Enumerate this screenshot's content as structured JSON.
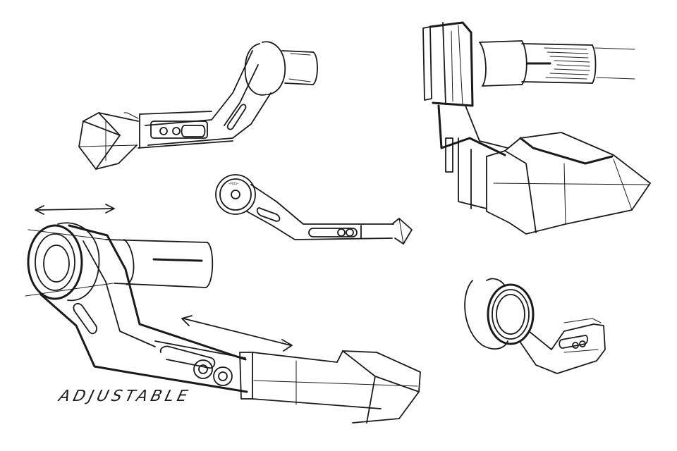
{
  "caption": "ADJUSTABLE",
  "ink_color": "#1a1a1a",
  "background_color": "#ffffff",
  "sketches": [
    {
      "name": "lever-guard-side-view"
    },
    {
      "name": "lever-guard-small-top-view"
    },
    {
      "name": "lever-guard-large-perspective"
    },
    {
      "name": "lever-guard-end-view"
    },
    {
      "name": "lever-guard-small-perspective"
    }
  ],
  "icons": [
    "double-arrow-icon",
    "double-arrow-icon"
  ]
}
